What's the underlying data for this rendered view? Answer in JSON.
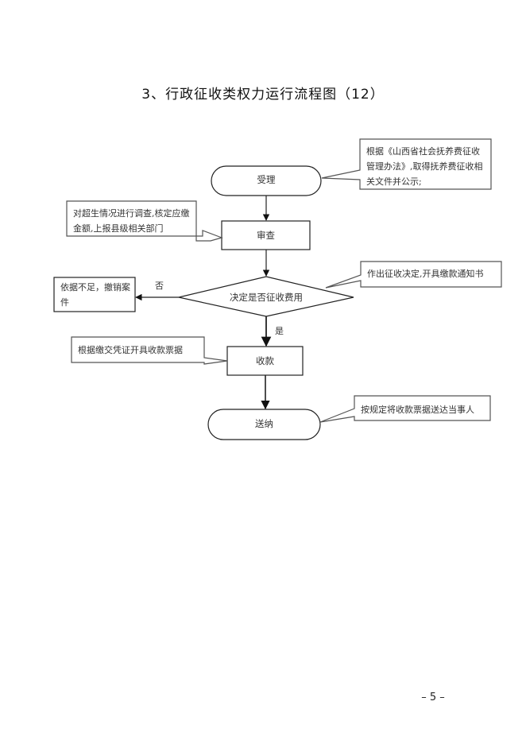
{
  "title": "3、行政征收类权力运行流程图（12）",
  "nodes": {
    "accept": "受理",
    "review": "审查",
    "decision": "决定是否征收费用",
    "reject": "依据不足，撤销案件",
    "collect": "收款",
    "deliver": "送纳"
  },
  "edge_labels": {
    "no": "否",
    "yes": "是"
  },
  "callouts": {
    "accept_note": "根据《山西省社会抚养费征收管理办法》,取得抚养费征收相关文件并公示;",
    "review_note": "对超生情况进行调查,核定应缴金额,上报县级相关部门",
    "decision_note": "作出征收决定,开具缴款通知书",
    "collect_note": "根据缴交凭证开具收款票据",
    "deliver_note": "按规定将收款票据送达当事人"
  },
  "page_number": "– 5 –"
}
